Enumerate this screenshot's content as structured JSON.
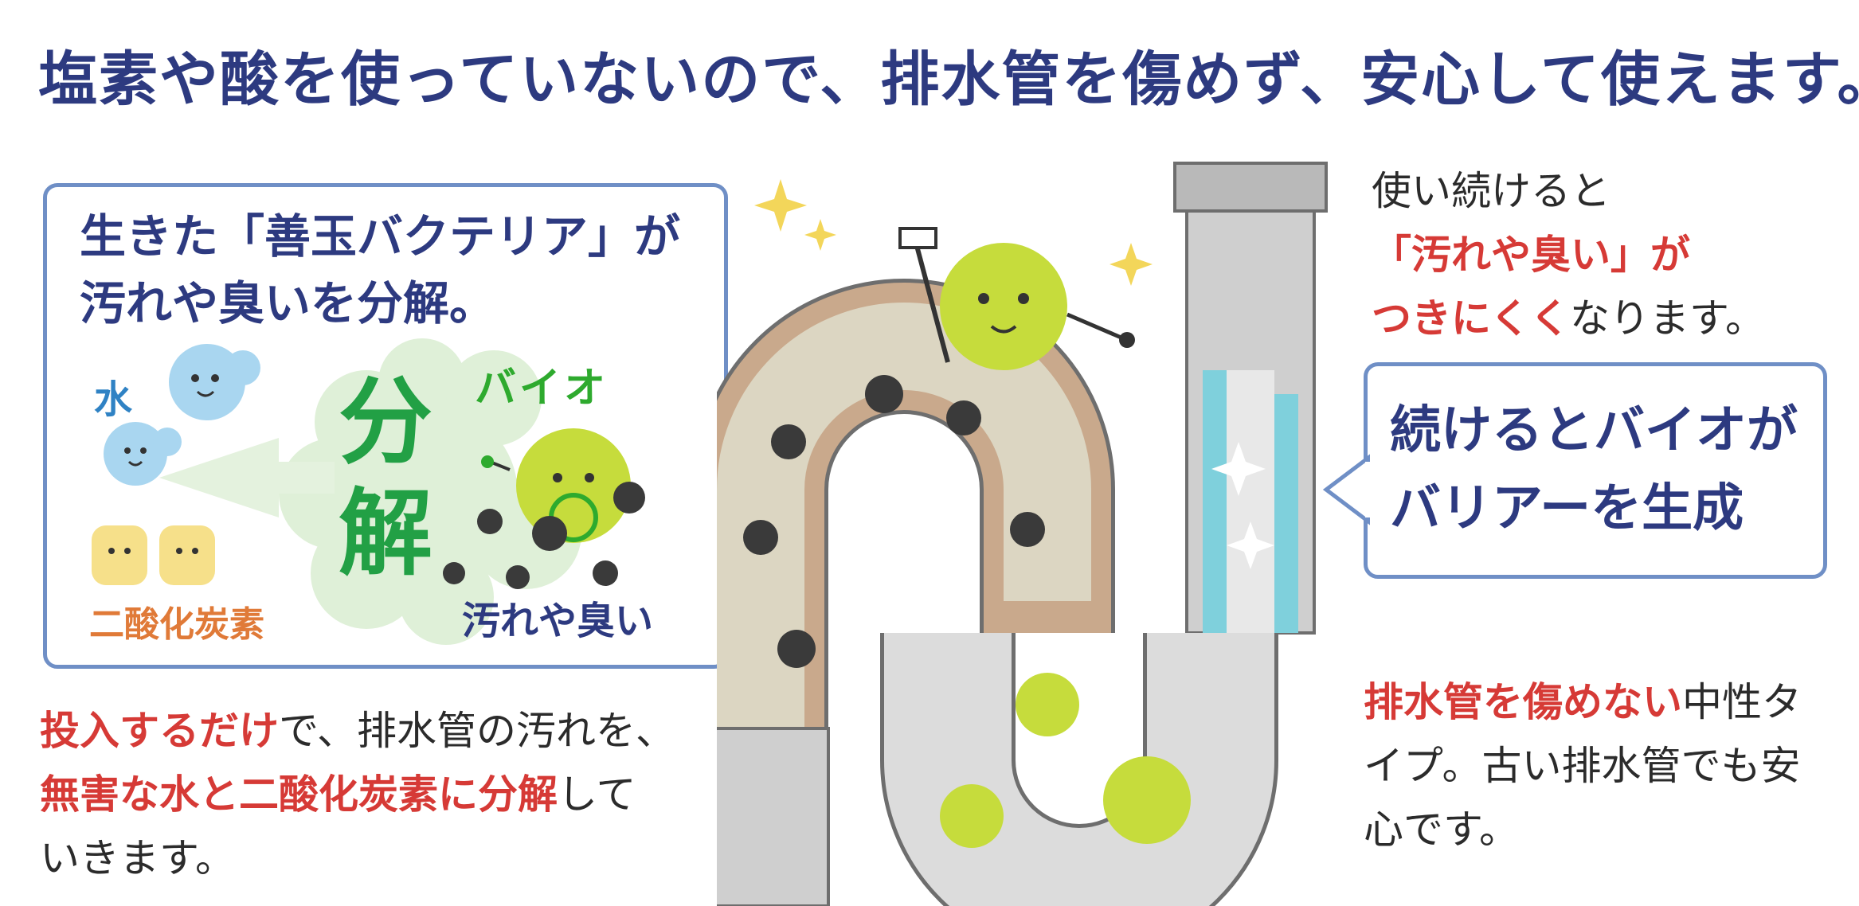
{
  "headline": "塩素や酸を使っていないので、排水管を傷めず、安心して使えます。",
  "left_callout": {
    "line1": "生きた「善玉バクテリア」が",
    "line2": "汚れや臭いを分解。",
    "water_label": "水",
    "co2_label": "二酸化炭素",
    "bio_label": "バイオ",
    "big_label": "分解",
    "dirt_label": "汚れや臭い"
  },
  "bottom_left": {
    "l1_red": "投入するだけ",
    "l1_rest": "で、排水管の汚れを、",
    "l2_red": "無害な水と二酸化炭素に分解",
    "l2_rest": "して",
    "l3": "いきます。"
  },
  "top_right": {
    "l1": "使い続けると",
    "l2_red": "「汚れや臭い」が",
    "l3_red": "つきにくく",
    "l3_rest": "なります。"
  },
  "right_callout": {
    "line1": "続けるとバイオが",
    "line2": "バリアーを生成"
  },
  "bottom_right": {
    "l1_red": "排水管を傷めない",
    "l1_rest": "中性タ",
    "l2": "イプ。古い排水管でも安",
    "l3": "心です。"
  },
  "colors": {
    "navy": "#2d3a80",
    "red": "#d63a36",
    "green": "#22a045",
    "callout_border": "#6f8fc6",
    "bio_yellow_green": "#c6dc3c",
    "barrier_blue": "#7fd0dc"
  }
}
